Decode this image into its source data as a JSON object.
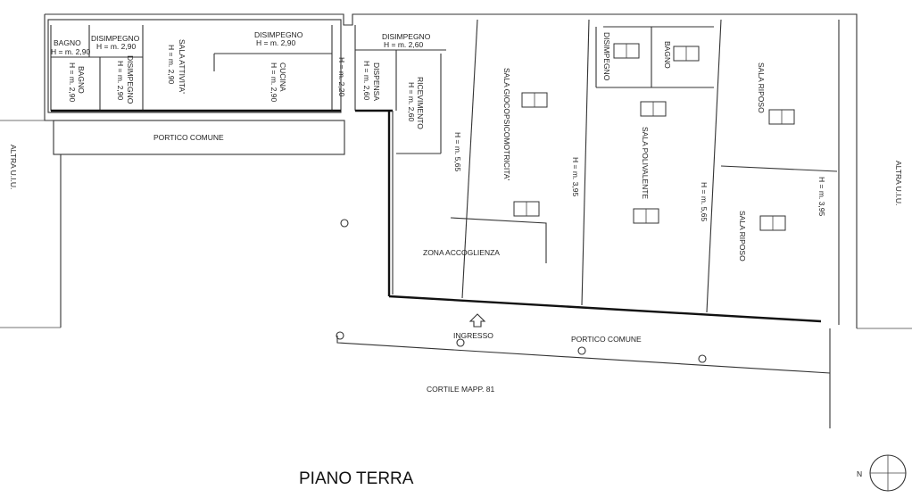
{
  "title": "PIANO TERRA",
  "compass": {
    "letter": "N"
  },
  "outside": {
    "left": "ALTRA U.I.U.",
    "right": "ALTRA U.I.U.",
    "portico_left": "PORTICO COMUNE",
    "portico_right": "PORTICO COMUNE",
    "courtyard": "CORTILE MAPP. 81",
    "entrance": "INGRESSO"
  },
  "rooms": {
    "bagno_1": {
      "name": "BAGNO",
      "height": "H = m. 2,90"
    },
    "disimpegno_1": {
      "name": "DISIMPEGNO",
      "height": "H = m. 2,90"
    },
    "bagno_2": {
      "name": "BAGNO",
      "height": "H = m. 2,90"
    },
    "disimpegno_2": {
      "name": "DISIMPEGNO",
      "height": "H = m. 2,90"
    },
    "sala_attivita": {
      "name": "SALA ATTIVITA'",
      "height": "H = m. 2,90"
    },
    "disimpegno_3": {
      "name": "DISIMPEGNO",
      "height": "H = m. 2,90"
    },
    "cucina": {
      "name": "CUCINA",
      "height": "H = m. 2,90"
    },
    "small_room": {
      "height": "H = m. 2,20"
    },
    "disimpegno_4": {
      "name": "DISIMPEGNO",
      "height": "H = m. 2,60"
    },
    "dispensa": {
      "name": "DISPENSA",
      "height": "H = m. 2,60"
    },
    "ricevimento": {
      "name": "RICEVIMENTO",
      "height": "H = m. 2,60"
    },
    "zona_accoglienza": {
      "name": "ZONA ACCOGLIENZA",
      "height": "H = m. 5,65"
    },
    "sala_gioco": {
      "name": "SALA GIOCOPSICOMOTRICITA'"
    },
    "sala_gioco_h": {
      "height": "H = m. 3,95"
    },
    "disimpegno_5": {
      "name": "DISIMPEGNO"
    },
    "bagno_3": {
      "name": "BAGNO"
    },
    "sala_polivalente": {
      "name": "SALA POLIVALENTE",
      "height": "H = m. 5,65"
    },
    "sala_riposo_1": {
      "name": "SALA RIPOSO"
    },
    "sala_riposo_2": {
      "name": "SALA RIPOSO",
      "height": "H = m. 3,95"
    }
  }
}
